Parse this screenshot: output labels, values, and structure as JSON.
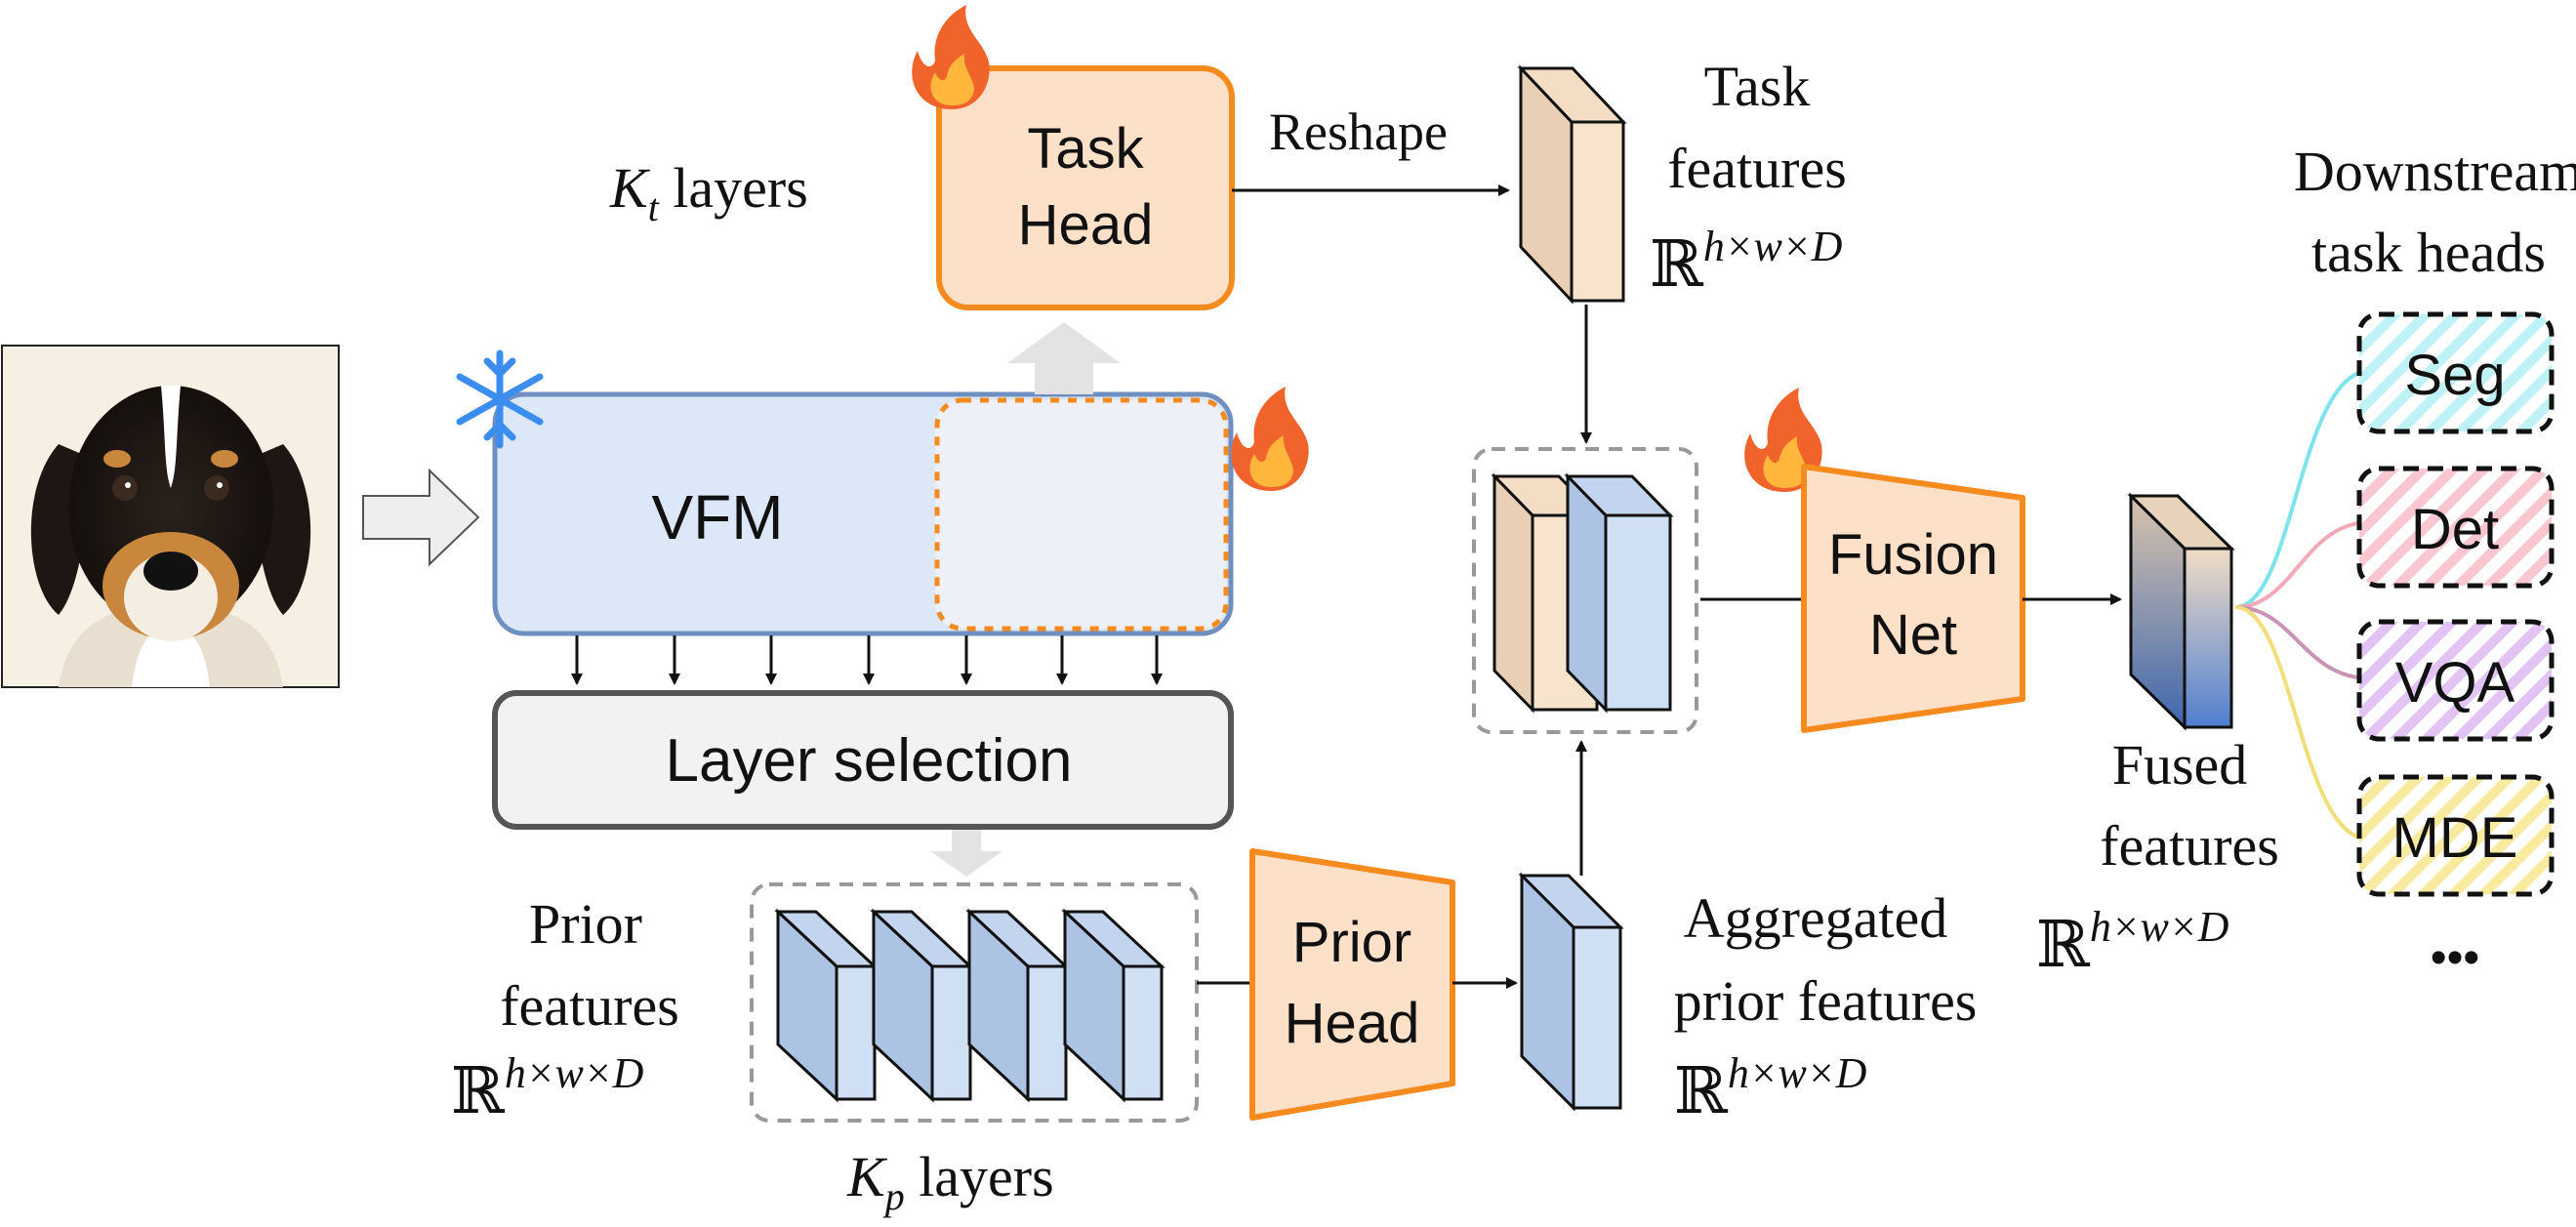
{
  "vfm": {
    "label": "VFM"
  },
  "task_head": {
    "line1": "Task",
    "line2": "Head"
  },
  "kt_layers": {
    "symbol": "K",
    "sub": "t",
    "suffix": " layers"
  },
  "reshape": "Reshape",
  "task_features": {
    "line1": "Task",
    "line2": "features"
  },
  "layer_selection": "Layer selection",
  "prior_features": {
    "line1": "Prior",
    "line2": "features"
  },
  "kp_layers": {
    "symbol": "K",
    "sub": "p",
    "suffix": " layers"
  },
  "prior_head": {
    "line1": "Prior",
    "line2": "Head"
  },
  "aggregated": {
    "line1": "Aggregated",
    "line2": "prior features"
  },
  "fusion_net": {
    "line1": "Fusion",
    "line2": "Net"
  },
  "fused_features": {
    "line1": "Fused",
    "line2": "features"
  },
  "downstream": {
    "line1": "Downstream",
    "line2": "task heads"
  },
  "tasks": [
    {
      "label": "Seg",
      "color": "#7de3ec"
    },
    {
      "label": "Det",
      "color": "#f4a9b8"
    },
    {
      "label": "VQA",
      "color": "#d3a6ec"
    },
    {
      "label": "MDE",
      "color": "#f3dd7a"
    }
  ],
  "ellipsis": "•••",
  "dim": {
    "R": "ℝ",
    "exp": "h×w×D"
  },
  "colors": {
    "orange": "#f58a1f",
    "orange_fill": "#fde0c8",
    "blue_fill": "#dce8f8",
    "blue_stroke": "#5f84b8",
    "gray": "#999999"
  }
}
